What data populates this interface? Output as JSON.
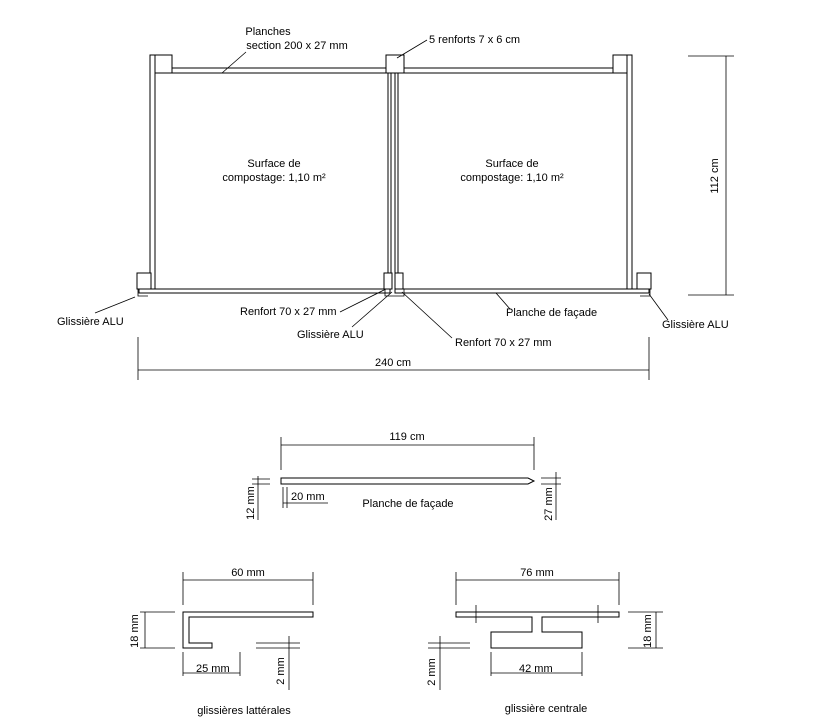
{
  "top_view": {
    "planches_title": "Planches",
    "planches_section": "section 200 x 27 mm",
    "renforts_label": "5 renforts 7 x 6 cm",
    "surface_left_1": "Surface de",
    "surface_left_2": "compostage: 1,10 m²",
    "surface_right_1": "Surface de",
    "surface_right_2": "compostage: 1,10 m²",
    "height_label": "112 cm",
    "glissiere_left": "Glissière ALU",
    "renfort_left": "Renfort 70 x 27 mm",
    "glissiere_center": "Glissière ALU",
    "renfort_right": "Renfort 70 x 27 mm",
    "planche_facade": "Planche de façade",
    "glissiere_right": "Glissière ALU",
    "width_label": "240 cm"
  },
  "facade_detail": {
    "length_label": "119 cm",
    "thickness_label": "12 mm",
    "offset_label": "20 mm",
    "caption": "Planche de façade",
    "height_label": "27 mm"
  },
  "lateral_detail": {
    "width_label": "60 mm",
    "height_label": "18 mm",
    "inner_label": "25 mm",
    "thickness_label": "2 mm",
    "caption": "glissières lattérales"
  },
  "central_detail": {
    "width_label": "76 mm",
    "height_label": "18 mm",
    "inner_label": "42 mm",
    "thickness_label": "2 mm",
    "caption": "glissière centrale"
  }
}
